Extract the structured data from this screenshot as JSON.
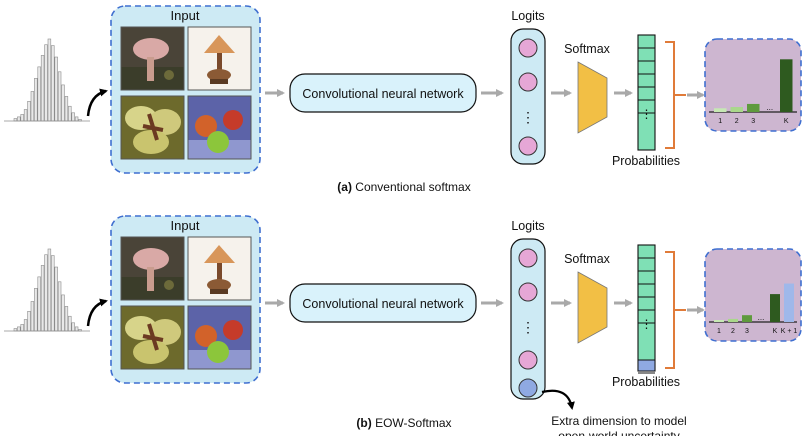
{
  "panels": [
    {
      "id": "a",
      "caption_letter": "(a)",
      "caption_text": "Conventional softmax",
      "input_label": "Input",
      "cnn_label": "Convolutional neural network",
      "logits_label": "Logits",
      "softmax_label": "Softmax",
      "probabilities_label": "Probabilities",
      "logit_dots": "⋮",
      "prob_dots": "⋮",
      "bar_chart": {
        "categories": [
          "1",
          "2",
          "3",
          "...",
          "K"
        ],
        "values": [
          0.06,
          0.08,
          0.13,
          0.02,
          0.85
        ],
        "colors": [
          "#c6e8b4",
          "#a9d88b",
          "#5e9a3d",
          "#000000",
          "#2e5a1f"
        ]
      }
    },
    {
      "id": "b",
      "caption_letter": "(b)",
      "caption_text": "EOW-Softmax",
      "input_label": "Input",
      "cnn_label": "Convolutional neural network",
      "logits_label": "Logits",
      "softmax_label": "Softmax",
      "probabilities_label": "Probabilities",
      "logit_dots": "⋮",
      "prob_dots": "⋮",
      "extra_note_line1": "Extra dimension to model",
      "extra_note_line2": "open-world uncertainty",
      "bar_chart": {
        "categories": [
          "1",
          "2",
          "3",
          "...",
          "K",
          "K + 1"
        ],
        "values": [
          0.03,
          0.05,
          0.11,
          0.02,
          0.45,
          0.62
        ],
        "colors": [
          "#c6e8b4",
          "#a9d88b",
          "#5e9a3d",
          "#000000",
          "#2e5a1f",
          "#9fb8ea"
        ]
      }
    }
  ],
  "colors": {
    "input_box_fill": "#cdeaf4",
    "input_box_border": "#3f6fd0",
    "cnn_fill": "#d9f2fb",
    "logit_node": "#e6a7d6",
    "extra_node": "#8fa9e2",
    "softmax_trapezoid": "#f2bf45",
    "prob_cell": "#7fe0b5",
    "chart_bg": "#cdb6d0",
    "bracket": "#e07b39",
    "arrow_gray": "#a9a9a9"
  }
}
